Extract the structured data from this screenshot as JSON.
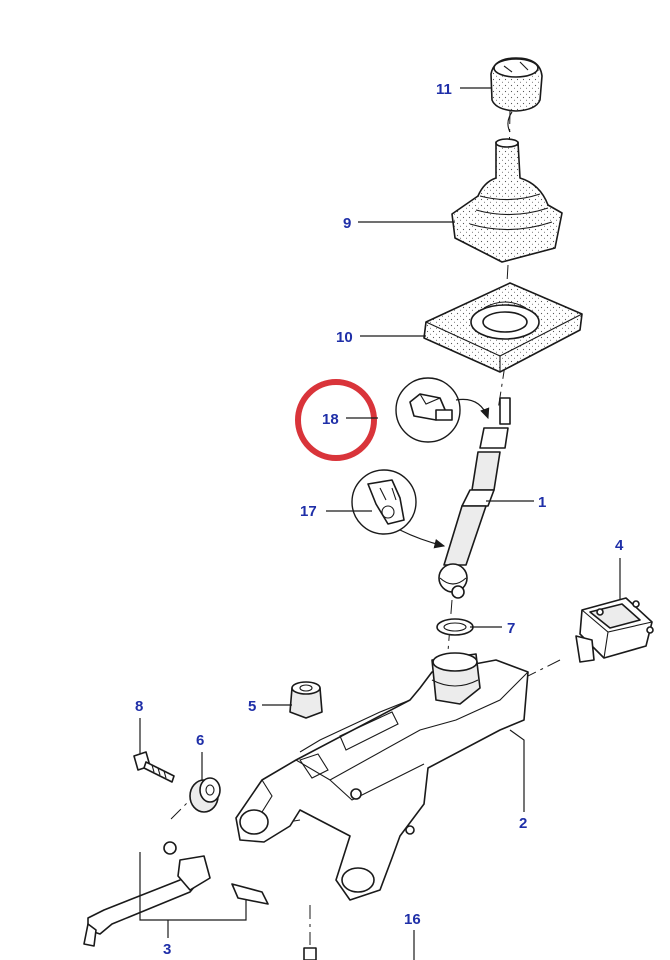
{
  "diagram": {
    "callouts": {
      "c1": "1",
      "c2": "2",
      "c3": "3",
      "c4": "4",
      "c5": "5",
      "c6": "6",
      "c7": "7",
      "c8": "8",
      "c9": "9",
      "c10": "10",
      "c11": "11",
      "c16": "16",
      "c17": "17",
      "c18": "18"
    },
    "highlight": {
      "target": "18",
      "color": "#d9343a"
    },
    "colors": {
      "callout": "#1f2fa8",
      "line": "#1a1a1a"
    }
  }
}
